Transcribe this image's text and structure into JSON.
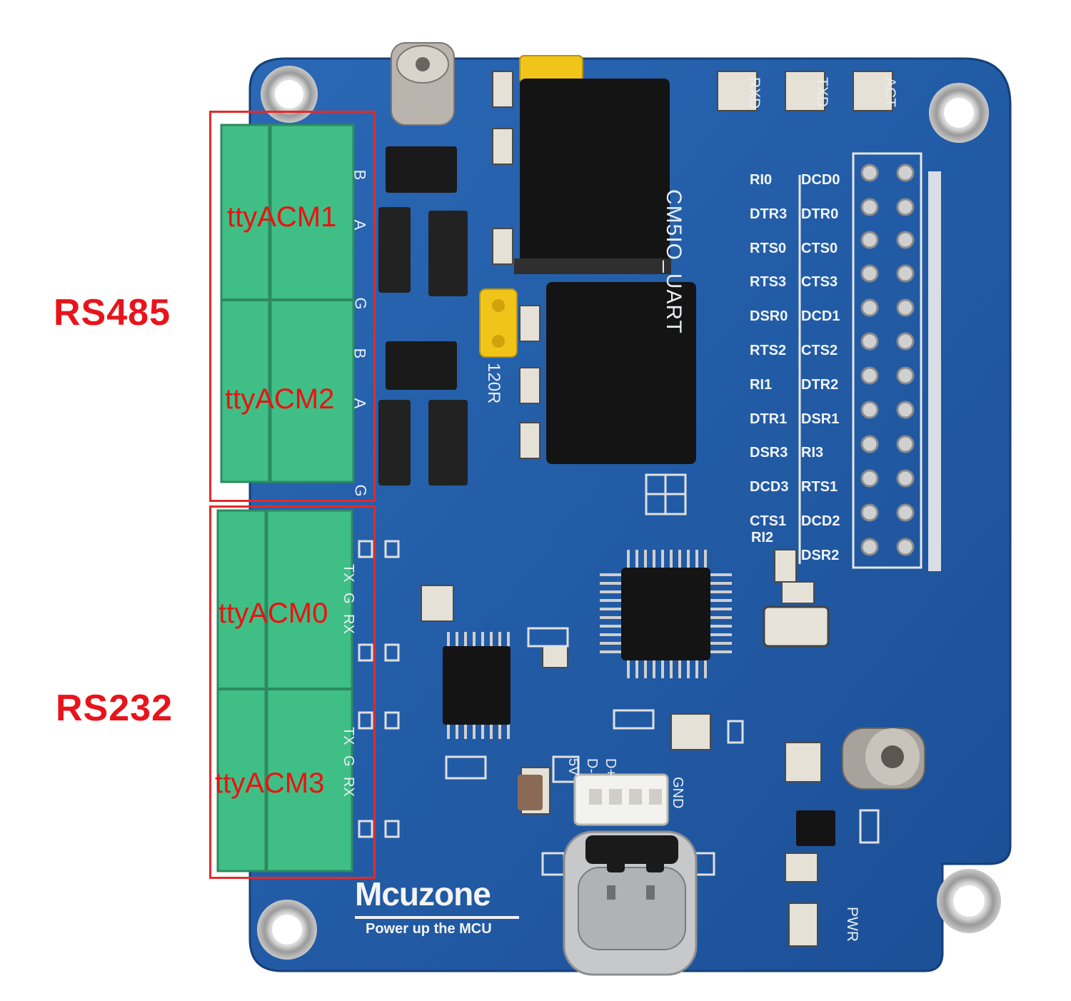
{
  "annotations": {
    "rs485": "RS485",
    "rs232": "RS232",
    "ports": [
      "ttyACM1",
      "ttyACM2",
      "ttyACM0",
      "ttyACM3"
    ]
  },
  "board": {
    "model": "CM5IO_UART",
    "brand": "Mcuzone",
    "tagline": "Power up the MCU",
    "jumper_label": "120R",
    "led_labels": [
      "RXD",
      "TXD",
      "ACT"
    ],
    "pwr_label": "PWR",
    "usb_pins": [
      "D+",
      "D-",
      "5V",
      "GND"
    ],
    "rs485_pins": [
      "B",
      "A",
      "G"
    ],
    "rs232_pins": [
      "TX",
      "G",
      "RX"
    ],
    "header_left": [
      "RI0",
      "DTR3",
      "RTS0",
      "RTS3",
      "DSR0",
      "RTS2",
      "RI1",
      "DTR1",
      "DSR3",
      "DCD3",
      "CTS1",
      "RI2"
    ],
    "header_right": [
      "DCD0",
      "DTR0",
      "CTS0",
      "CTS3",
      "DCD1",
      "CTS2",
      "DTR2",
      "DSR1",
      "RI3",
      "RTS1",
      "DCD2",
      "DSR2"
    ]
  },
  "colors": {
    "pcb": "#1f5aa6",
    "terminal": "#3fbf85",
    "annotation": "#e8141c"
  }
}
